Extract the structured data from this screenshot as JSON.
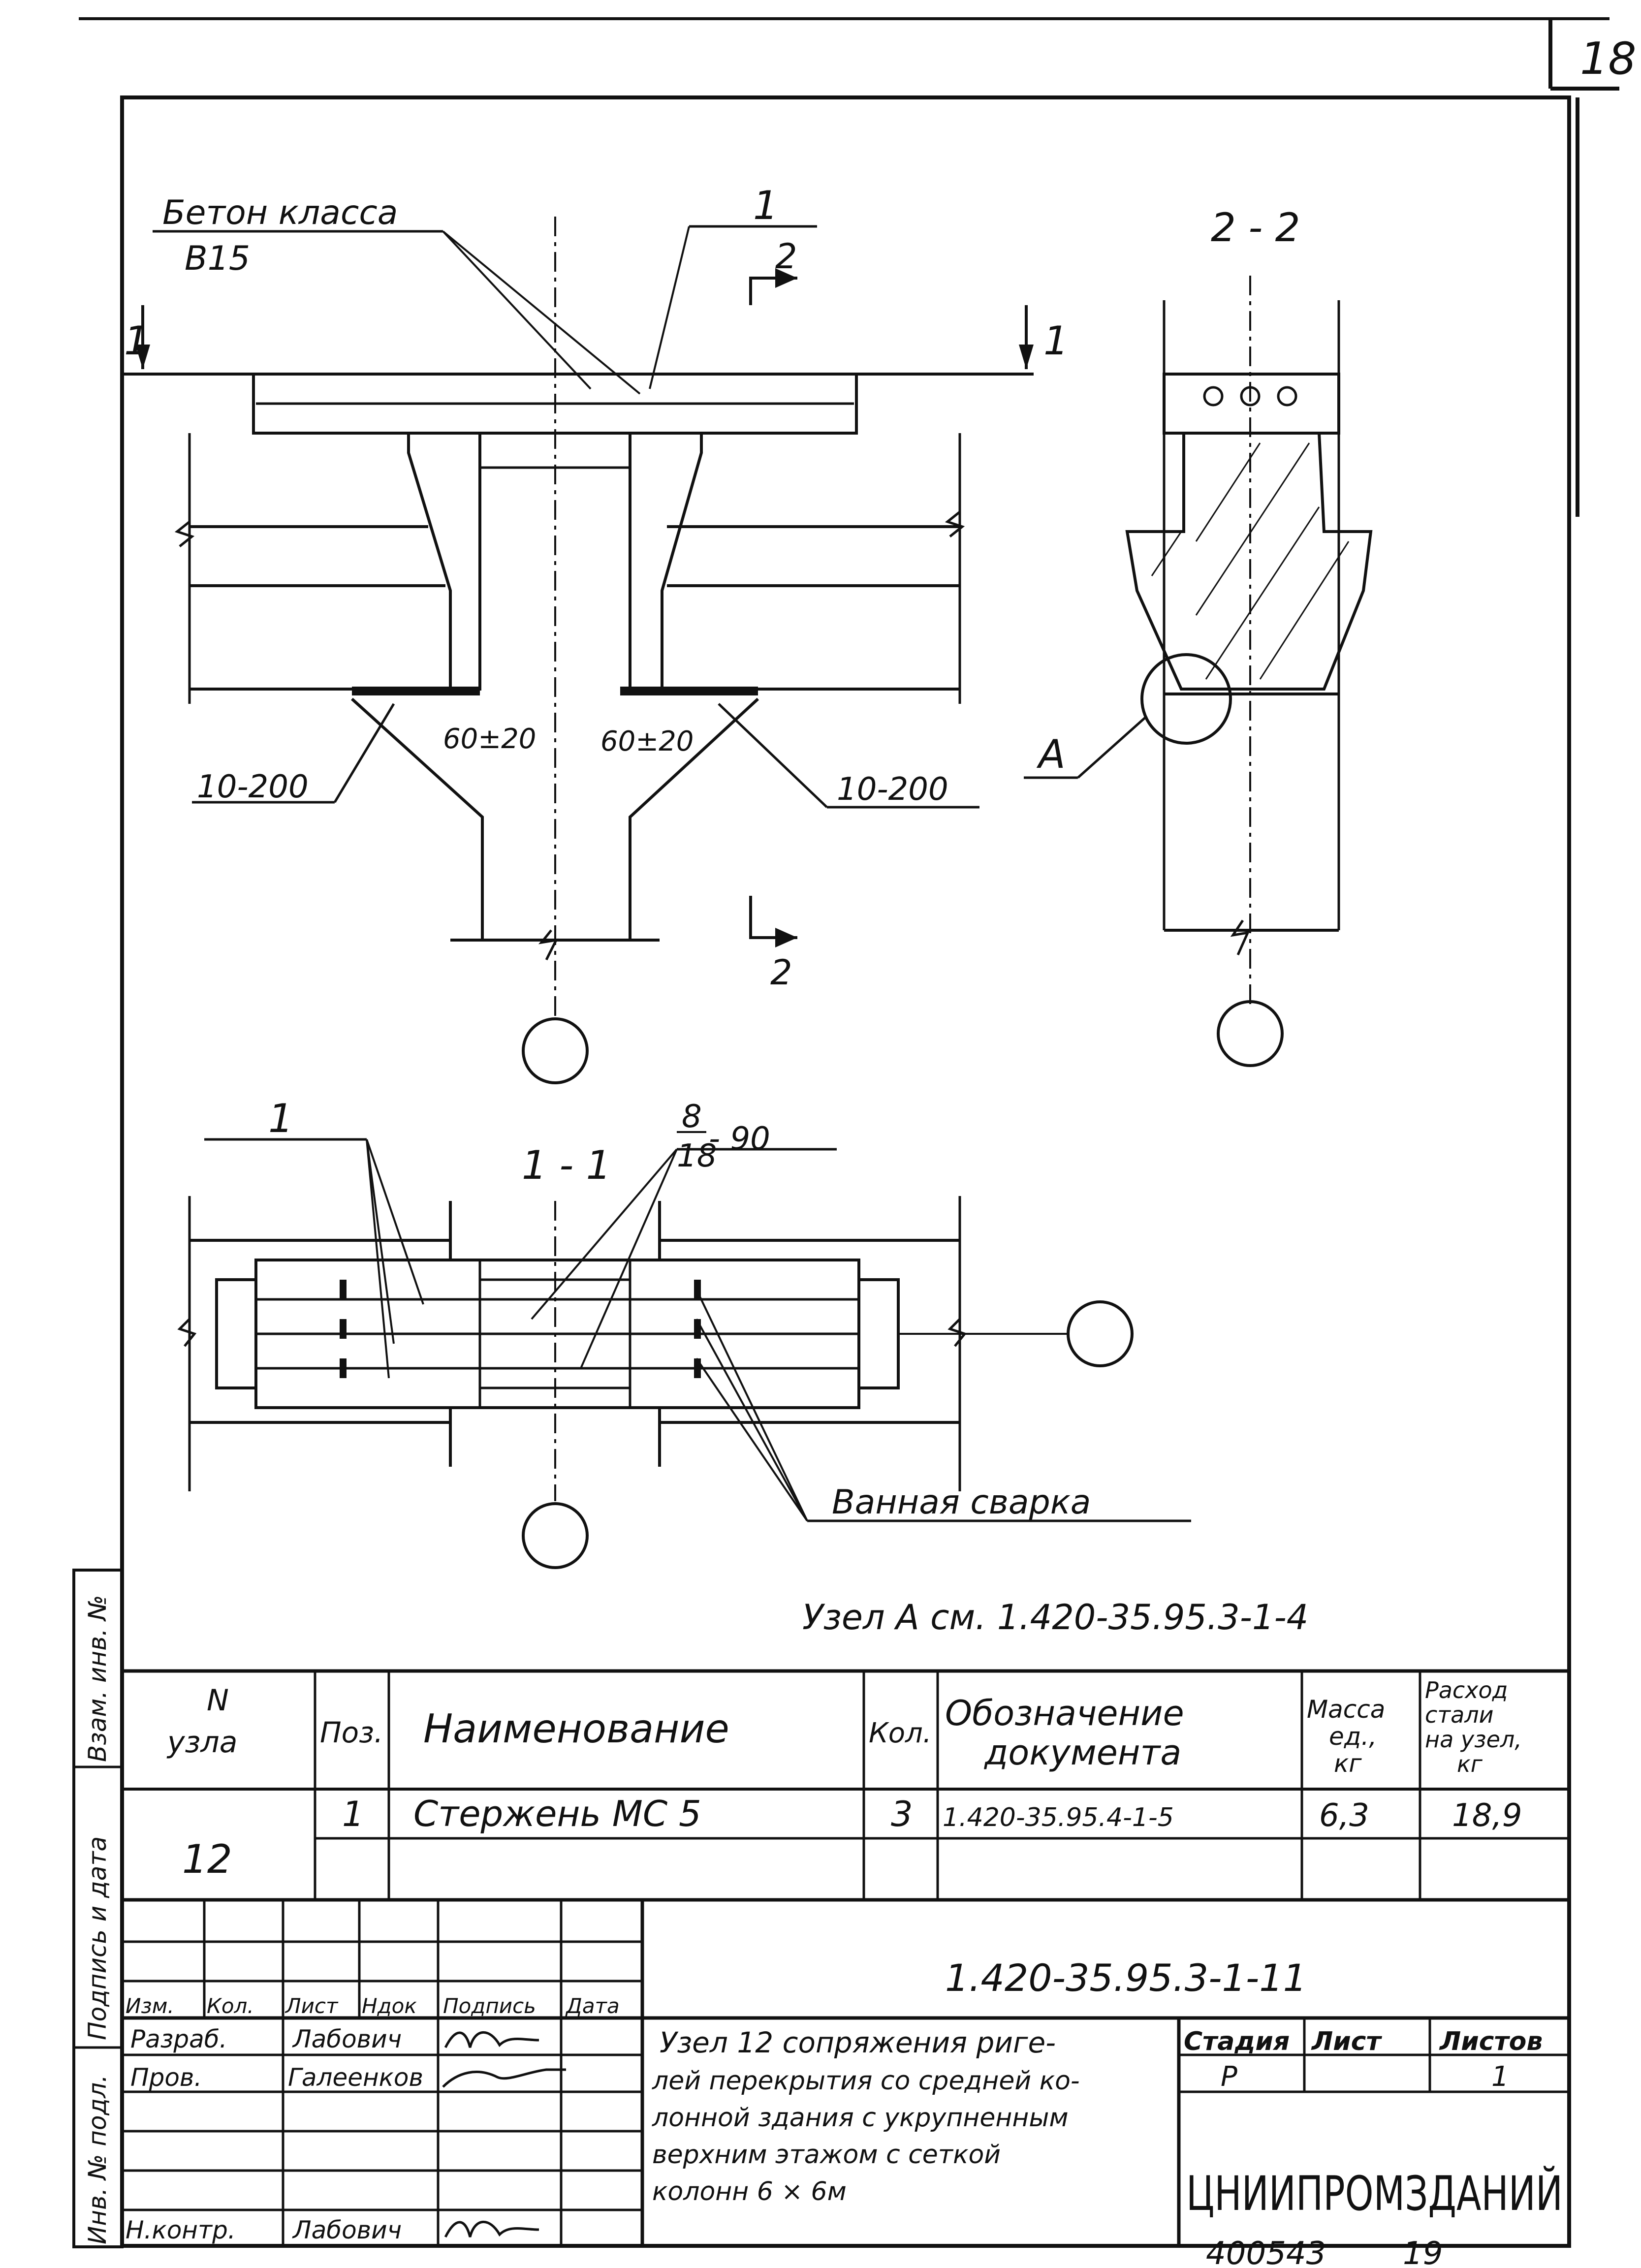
{
  "sheet_number": "18",
  "bottom_stamp": {
    "archive_no": "400543",
    "page": "19"
  },
  "left_margin": {
    "inv_no_orig": "Инв. № подл.",
    "signature_date": "Подпись и дата",
    "replaced_inv": "Взам. инв. №"
  },
  "view_main": {
    "concrete_label_line1": "Бетон класса",
    "concrete_label_line2": "В15",
    "pos_1": "1",
    "section_mark_2": "2",
    "section_mark_1": "1",
    "dim_left": "60±20",
    "dim_right": "60±20",
    "weld_left": "10-200",
    "weld_right": "10-200"
  },
  "view_2_2": {
    "title": "2 - 2",
    "detail_mark": "А"
  },
  "view_1_1": {
    "title": "1 - 1",
    "pos_1": "1",
    "rebar_num": "8",
    "rebar_den": "18",
    "rebar_spacing": "- 90",
    "bath_weld": "Ванная сварка"
  },
  "node_ref": "Узел А см. 1.420-35.95.3-1-4",
  "spec_table": {
    "headers": {
      "node_n_line1": "N",
      "node_n_line2": "узла",
      "pos": "Поз.",
      "name": "Наименование",
      "qty": "Кол.",
      "doc_line1": "Обозначение",
      "doc_line2": "документа",
      "mass_line1": "Масса",
      "mass_line2": "ед.,",
      "mass_line3": "кг",
      "steel_line1": "Расход",
      "steel_line2": "стали",
      "steel_line3": "на узел,",
      "steel_line4": "кг"
    },
    "node": "12",
    "row": {
      "pos": "1",
      "name": "Стержень МС 5",
      "qty": "3",
      "doc": "1.420-35.95.4-1-5",
      "mass": "6,3",
      "steel": "18,9"
    }
  },
  "title_block": {
    "doc_code": "1.420-35.95.3-1-11",
    "col_headers": [
      "Изм.",
      "Кол.",
      "Лист",
      "Ндок",
      "Подпись",
      "Дата"
    ],
    "developed": "Разраб.",
    "developer": "Лабович",
    "checked": "Пров.",
    "checker": "Галеенков",
    "norm_control": "Н.контр.",
    "norm_controller": "Лабович",
    "title_lines": [
      "Узел 12 сопряжения риге-",
      "лей перекрытия со средней ко-",
      "лонной здания с укрупненным",
      "верхним этажом с сеткой",
      "колонн 6 × 6м"
    ],
    "stage_label": "Стадия",
    "sheet_label": "Лист",
    "sheets_label": "Листов",
    "stage": "Р",
    "sheets": "1",
    "organization": "ЦНИИПРОМЗДАНИЙ"
  }
}
